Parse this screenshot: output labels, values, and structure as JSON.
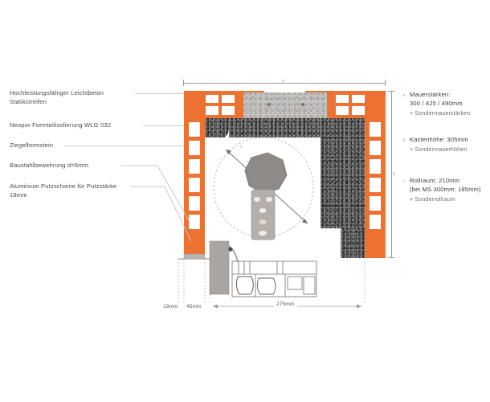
{
  "left_labels": [
    {
      "id": "leichtbeton",
      "text": "Hochleistungsfähiger Leichtbeton\nStatikstreifen"
    },
    {
      "id": "neopor",
      "text": "Neopor Formteilisolierung WLG 032"
    },
    {
      "id": "ziegelformstein",
      "text": "Ziegelformstein"
    },
    {
      "id": "baustahl",
      "text": "Baustahlbewehrung d=6mm"
    },
    {
      "id": "putzschiene",
      "text": "Aluminium Putzschiene für Putzstärke\n18mm"
    }
  ],
  "right_labels": [
    {
      "marker": "a",
      "title": "Mauerstärken:",
      "value": "300 / 425 / 490mm",
      "note": "+ Sondermauerstärken"
    },
    {
      "marker": "b",
      "title": "Kastenhöhe: 305mm",
      "value": "",
      "note": "+ Sondermauerhöhen"
    },
    {
      "marker": "c",
      "title": "Rollraum: 210mm",
      "value": "(bei MS 300mm: 185mm)",
      "note": "+ Sonderrollraum"
    }
  ],
  "dimension_markers": {
    "top": "a",
    "right": "b",
    "radius": "c"
  },
  "bottom_dimensions": [
    {
      "id": "dim-18mm",
      "text": "18mm"
    },
    {
      "id": "dim-45mm",
      "text": "45mm"
    },
    {
      "id": "dim-275mm",
      "text": "275mm"
    }
  ],
  "colors": {
    "brick": "#ED7130",
    "insulation": "#4d4d4d",
    "concrete": "#c3c1be",
    "dimension": "#9a9a9a",
    "text": "#3c3c3c"
  }
}
